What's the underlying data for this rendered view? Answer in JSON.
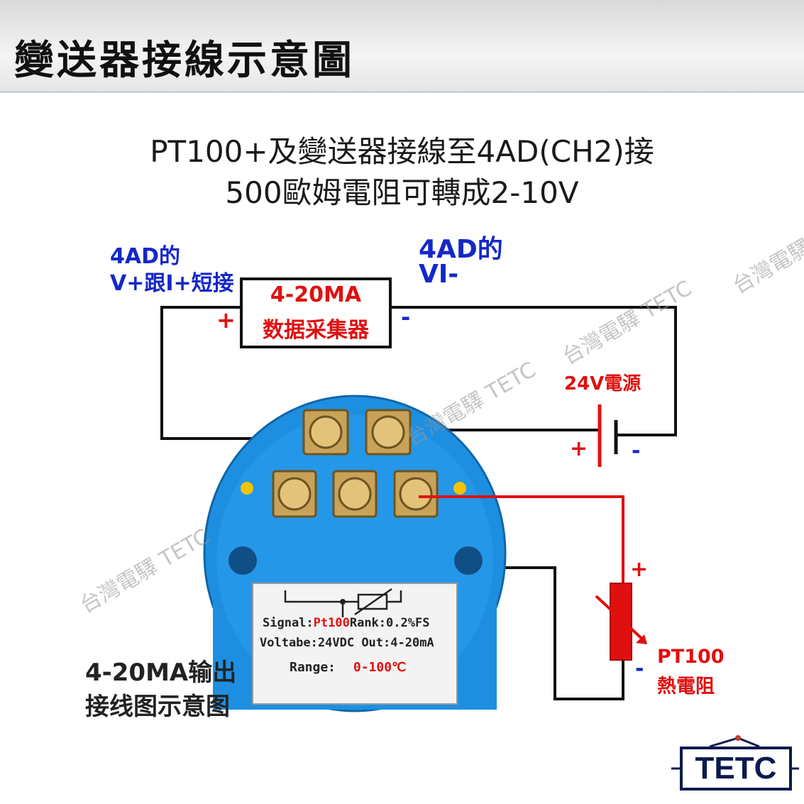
{
  "banner_title": "變送器接線示意圖",
  "headline": {
    "line1": "PT100+及變送器接線至4AD(CH2)接",
    "line2": "500歐姆電阻可轉成2-10V"
  },
  "labels": {
    "left_ad_line1": "4AD的",
    "left_ad_line2": "V+跟I+短接",
    "right_ad_line1": "4AD的",
    "right_ad_line2": "VI-",
    "collector_line1": "4-20MA",
    "collector_line2": "数据采集器",
    "collector_plus": "+",
    "collector_minus": "-",
    "power": "24V電源",
    "power_plus": "+",
    "power_minus": "-",
    "pt100_line1": "PT100",
    "pt100_line2": "熱電阻",
    "pt100_plus": "+",
    "pt100_minus": "-",
    "output_line1": "4-20MA输出",
    "output_line2": "接线图示意图"
  },
  "module_plate": {
    "signal_prefix": "Signal:",
    "signal_value": "Pt100",
    "rank": "Rank:0.2%FS",
    "voltage": "Voltabe:24VDC",
    "out": "Out:4-20mA",
    "range_label": "Range:",
    "range_value": "0-100℃"
  },
  "watermark": "台灣電驛 TETC",
  "logo": "TETC",
  "colors": {
    "module_blue": "#1e8fe0",
    "wire_black": "#111111",
    "wire_red": "#e01010",
    "label_blue": "#1428c8",
    "logo_navy": "#0d1a4f"
  }
}
